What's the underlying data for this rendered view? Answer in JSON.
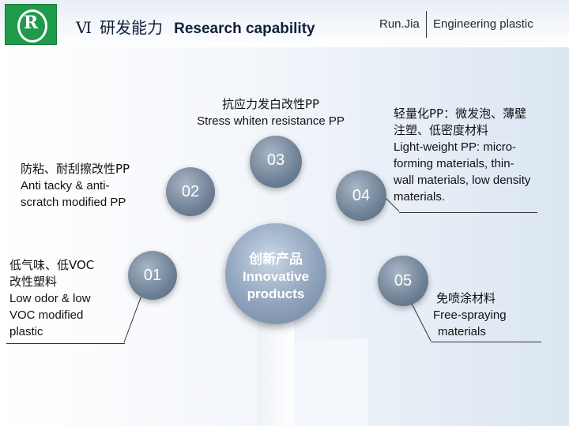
{
  "header": {
    "logo_letter": "R",
    "section_number": "Ⅵ",
    "title_cn": "研发能力",
    "title_en": "Research capability",
    "brand_left": "Run.Jia",
    "brand_right": "Engineering plastic"
  },
  "center": {
    "label_cn": "创新产品",
    "label_en_line1": "Innovative",
    "label_en_line2": "products"
  },
  "nodes": {
    "n01": "01",
    "n02": "02",
    "n03": "03",
    "n04": "04",
    "n05": "05"
  },
  "labels": {
    "l01": {
      "cn_line1": "低气味、低VOC",
      "cn_line2": "改性塑料",
      "en_line1": "Low odor & low",
      "en_line2": "VOC modified",
      "en_line3": "plastic"
    },
    "l02": {
      "cn_line1": "防粘、耐刮擦改性PP",
      "en_line1": "Anti tacky & anti-",
      "en_line2": "scratch modified PP"
    },
    "l03": {
      "cn_line1": "抗应力发白改性PP",
      "en_line1": "Stress whiten resistance PP"
    },
    "l04": {
      "cn_line1": "轻量化PP：微发泡、薄壁",
      "cn_line2": "注塑、低密度材料",
      "en_line1": "Light-weight PP: micro-",
      "en_line2": "forming materials, thin-",
      "en_line3": "wall materials, low density",
      "en_line4": "materials."
    },
    "l05": {
      "cn_line1": "免喷涂材料",
      "en_line1": "Free-spraying",
      "en_line2": "materials"
    }
  }
}
